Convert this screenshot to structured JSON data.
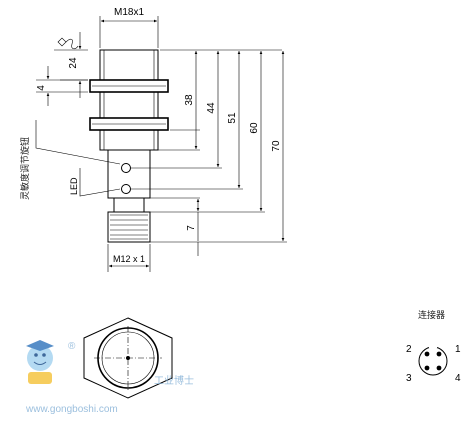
{
  "drawing": {
    "thread_top_label": "M18x1",
    "thread_bottom_label": "M12 x 1",
    "dim_24": "24",
    "dim_4": "4",
    "dim_38": "38",
    "dim_44": "44",
    "dim_51": "51",
    "dim_60": "60",
    "dim_70": "70",
    "dim_7": "7",
    "sensitivity_label": "灵敏度调节旋钮",
    "led_label": "LED",
    "connector_label": "连接器",
    "pins": [
      "1",
      "2",
      "3",
      "4"
    ]
  },
  "watermark": {
    "site": "www.gongboshi.com",
    "brand": "工业博士",
    "registered": "®"
  }
}
